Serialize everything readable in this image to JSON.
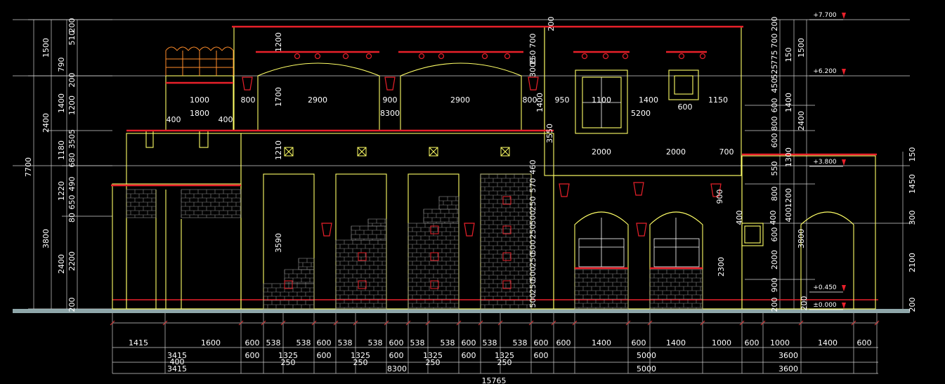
{
  "colors": {
    "background": "#000000",
    "outline": "#ffff66",
    "accent": "#e8202a",
    "dimension": "#e0e0e0",
    "text": "#ffffff",
    "dim_tick": "#cc3333",
    "ground": "#a8c4c8",
    "masonry": "#8a8a8a",
    "orange": "#ff8c2a"
  },
  "levels": [
    "+7.700",
    "+6.200",
    "+3.800",
    "+0.450",
    "±0.000"
  ],
  "left_dims": {
    "outer": [
      "7700"
    ],
    "col2": [
      "1500",
      "2400",
      "3800"
    ],
    "col3": [
      "790",
      "1400",
      "1180",
      "1220",
      "2400"
    ],
    "col4": [
      "200",
      "510",
      "200",
      "1200",
      "3505",
      "680",
      "490",
      "650",
      "80",
      "2200",
      "200"
    ]
  },
  "right_dims": {
    "col_a": [
      "200",
      "700",
      "775",
      "525",
      "450",
      "600",
      "800",
      "600",
      "550",
      "800",
      "600",
      "2000",
      "900",
      "200"
    ],
    "col_b": [
      "150",
      "1500",
      "1400",
      "2400",
      "1300",
      "1200",
      "400"
    ],
    "col_c": [
      "150",
      "1450",
      "300",
      "2100",
      "200"
    ]
  },
  "inner_labels": {
    "top_row": [
      "1000",
      "800",
      "2900",
      "900",
      "2900",
      "800",
      "950",
      "1100",
      "1400",
      "1150"
    ],
    "second_row": [
      "1800",
      "8300",
      "5200",
      "600"
    ],
    "eave": [
      "400",
      "400"
    ],
    "mid_row": [
      "2000",
      "2000",
      "700"
    ],
    "vertical": [
      "1200",
      "1700",
      "200",
      "700",
      "150",
      "3005",
      "1400",
      "3550",
      "1210",
      "3590",
      "460",
      "570",
      "250",
      "500",
      "250",
      "500",
      "250",
      "500",
      "250",
      "500",
      "900",
      "400",
      "2300",
      "400",
      "3800",
      "200"
    ]
  },
  "bottom_dims": {
    "row1": [
      "1415",
      "1600",
      "600",
      "538",
      "538",
      "600",
      "538",
      "538",
      "600",
      "538",
      "538",
      "600",
      "538",
      "538",
      "600",
      "600",
      "1400",
      "600",
      "1400",
      "1000",
      "600",
      "1000",
      "1400",
      "600"
    ],
    "row2_stack": [
      "3415",
      "400"
    ],
    "row2": [
      "600",
      "1325",
      "600",
      "1325",
      "600",
      "1325",
      "600",
      "1325",
      "600",
      "5000",
      "3600"
    ],
    "row2_sub": [
      "250",
      "250",
      "250",
      "250"
    ],
    "row3": [
      "3415",
      "8300",
      "5000",
      "3600"
    ],
    "total": "15765"
  }
}
